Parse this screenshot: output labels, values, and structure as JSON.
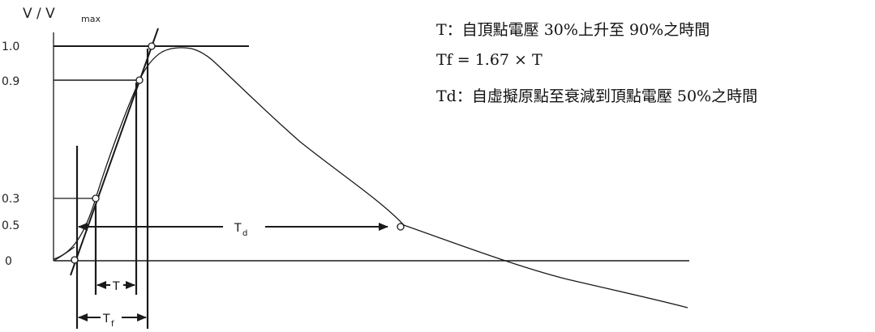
{
  "y_axis": {
    "label_main": "V / V",
    "label_sub": "max",
    "ticks": [
      "1.0",
      "0.9",
      "0.5",
      "0.3",
      "0"
    ]
  },
  "markers": {
    "T_label": "T",
    "Tf_label": "T",
    "Tf_sub": "f",
    "Td_label": "T",
    "Td_sub": "d"
  },
  "legend": {
    "line1": "T：自頂點電壓 30%上升至 90%之時間",
    "line2": "Tf = 1.67 × T",
    "line3": "Td：自虛擬原點至衰減到頂點電壓 50%之時間"
  },
  "colors": {
    "ink": "#1a1a1a",
    "background": "#ffffff"
  }
}
